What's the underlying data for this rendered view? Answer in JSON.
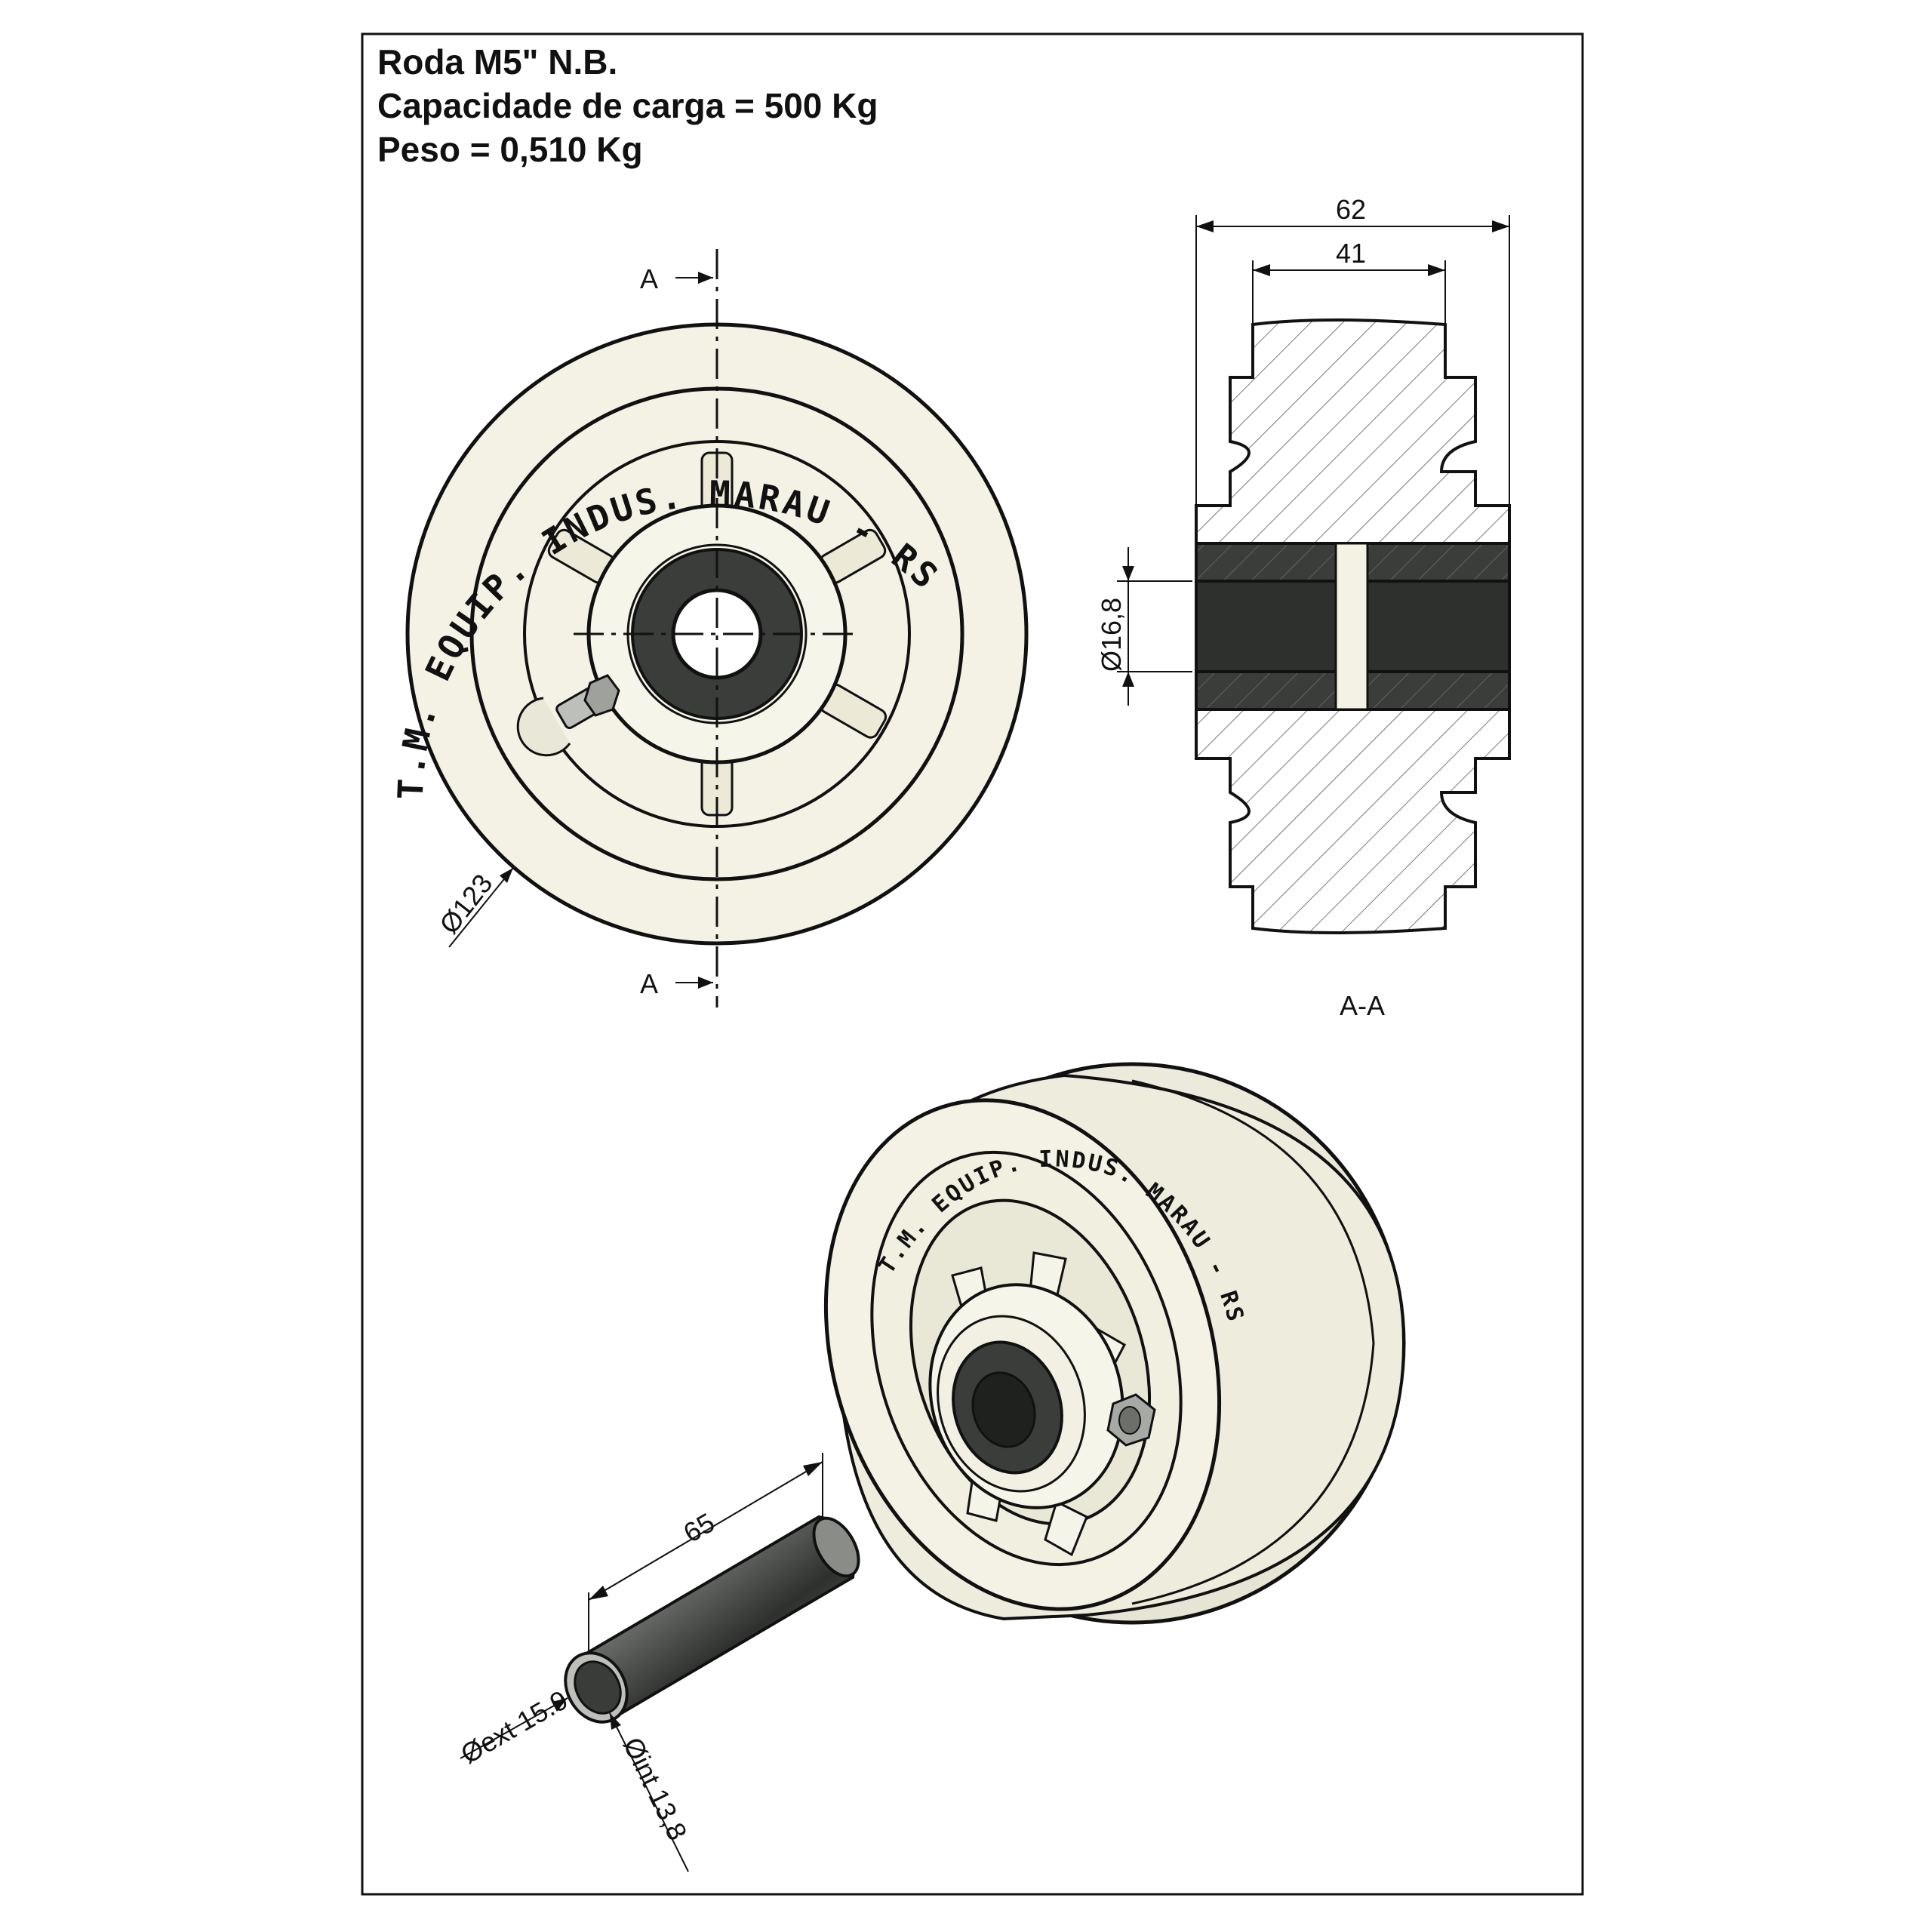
{
  "title": {
    "line1": "Roda M5\" N.B.",
    "line2": "Capacidade de carga = 500 Kg",
    "line3": "Peso = 0,510 Kg"
  },
  "front_view": {
    "section_mark_top": "A",
    "section_mark_bottom": "A",
    "diameter_label": "Ø123",
    "engraving": {
      "outer_text": "T.M. EQUIP. INDUS. MARAU - RS"
    }
  },
  "section_view": {
    "label": "A-A",
    "dim_overall_width": "62",
    "dim_tread_width": "41",
    "dim_bore": "Ø16,8"
  },
  "iso_view": {
    "engraving": {
      "outer_text": "T.M. EQUIP. INDUS. MARAU - RS"
    }
  },
  "tube": {
    "length_label": "65",
    "outer_diameter_label": "Øext 15.9",
    "inner_diameter_label": "Øint 13,8"
  },
  "colors": {
    "wheel_fill": "#f3f2e4",
    "hub_dark": "#3b3d3a",
    "outline": "#111111",
    "tube_dark": "#2e302e",
    "tube_light": "#9a9c99"
  }
}
